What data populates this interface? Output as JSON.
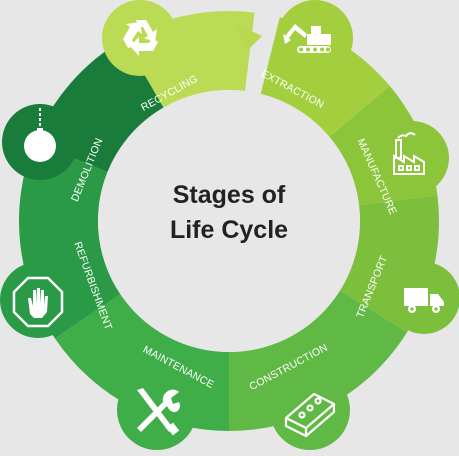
{
  "center_title": {
    "line1": "Stages of",
    "line2": "Life Cycle"
  },
  "stages": [
    {
      "id": "extraction",
      "label": "EXTRACTION",
      "icon": "excavator-icon",
      "color": "#a3cf3f"
    },
    {
      "id": "manufacture",
      "label": "MANUFACTURE",
      "icon": "factory-icon",
      "color": "#8cc43a"
    },
    {
      "id": "transport",
      "label": "TRANSPORT",
      "icon": "truck-icon",
      "color": "#7cbf3d"
    },
    {
      "id": "construction",
      "label": "CONSTRUCTION",
      "icon": "brick-icon",
      "color": "#60b944"
    },
    {
      "id": "maintenance",
      "label": "MAINTENANCE",
      "icon": "wrench-screwdriver-icon",
      "color": "#3fae49"
    },
    {
      "id": "refurbishment",
      "label": "REFURBISHMENT",
      "icon": "stop-hand-icon",
      "color": "#2a9a46"
    },
    {
      "id": "demolition",
      "label": "DEMOLITION",
      "icon": "wrecking-ball-icon",
      "color": "#1a7c3b"
    },
    {
      "id": "recycling",
      "label": "RECYCLING",
      "icon": "recycle-icon",
      "color": "#bcdb55"
    }
  ]
}
